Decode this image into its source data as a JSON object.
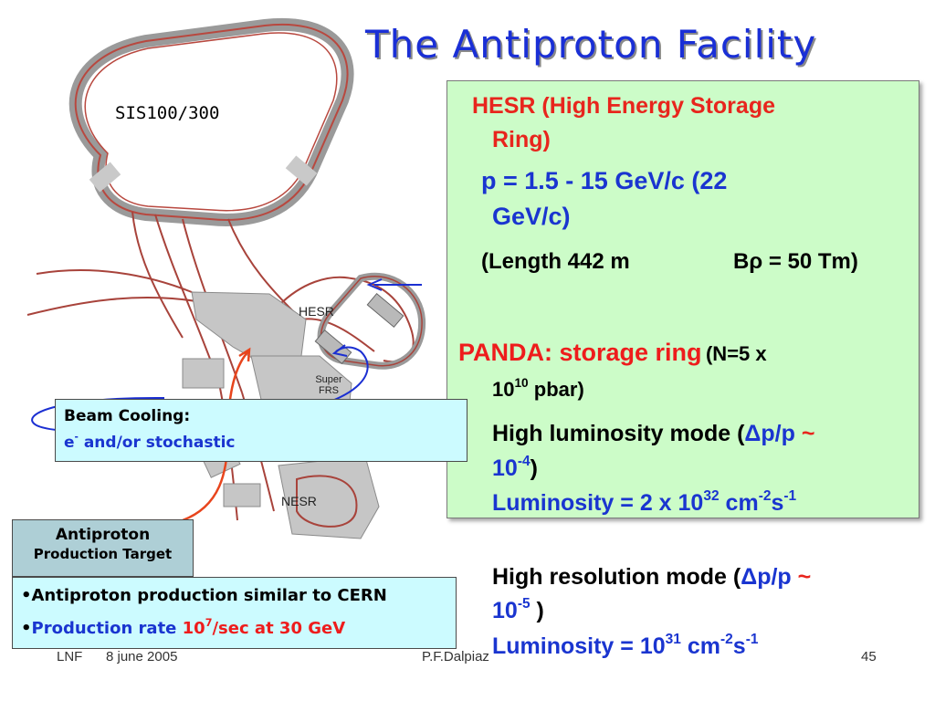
{
  "slide": {
    "title": "The Antiproton Facility"
  },
  "diagram": {
    "sis_label": "SIS100/300",
    "hesr_label": "HESR",
    "super_label_1": "Super",
    "super_label_2": "FRS",
    "nesr_label": "NESR"
  },
  "hesr_box": {
    "heading_line1": "HESR (High Energy Storage",
    "heading_line2": "Ring)",
    "momentum_line1": "p = 1.5 - 15 GeV/c (22",
    "momentum_line2": "GeV/c)",
    "length": "(Length 442 m",
    "brho": "Bρ = 50 Tm)",
    "panda_label": "PANDA: storage ring",
    "panda_n": "(N=5 x",
    "panda_n_base": "10",
    "panda_n_exp": "10",
    "panda_n_unit": "pbar)",
    "hl_mode": "High luminosity mode (",
    "hl_dp": "Δp/p",
    "hl_tilde": " ~",
    "hl_val_base": "10",
    "hl_val_exp": "-4",
    "hl_close": ")",
    "hl_lumi_prefix": "Luminosity = 2 x 10",
    "hl_lumi_exp": "32",
    "hl_lumi_unit1": " cm",
    "hl_lumi_unit1_exp": "-2",
    "hl_lumi_unit2": "s",
    "hl_lumi_unit2_exp": "-1"
  },
  "hr_mode": {
    "label": "High resolution mode (",
    "dp": "Δp/p",
    "tilde": " ~",
    "val_base": "10",
    "val_exp": "-5",
    "close": " )",
    "lumi_prefix": "Luminosity = 10",
    "lumi_exp": "31",
    "lumi_unit1": " cm",
    "lumi_unit1_exp": "-2",
    "lumi_unit2": "s",
    "lumi_unit2_exp": "-1"
  },
  "cooling": {
    "title": "Beam Cooling:",
    "line2_a": "e",
    "line2_sup": "-",
    "line2_b": " and/or stochastic"
  },
  "target": {
    "line1": "Antiproton",
    "line2": "Production Target"
  },
  "production": {
    "bullet1": "•Antiproton production similar to CERN",
    "bullet2_bullet": "•",
    "bullet2_a": "Production rate ",
    "bullet2_b_base": "10",
    "bullet2_b_exp": "7",
    "bullet2_c": "/sec at 30 GeV"
  },
  "footer": {
    "left": "LNF",
    "date": "8 june 2005",
    "author": "P.F.Dalpiaz",
    "page": "45"
  },
  "colors": {
    "title": "#1a2fd6",
    "green_box": "#ccfcc8",
    "cyan_box": "#ccfbff",
    "target_box": "#aecfd6",
    "red_text": "#e8251d",
    "blue_text": "#1a35d0"
  }
}
